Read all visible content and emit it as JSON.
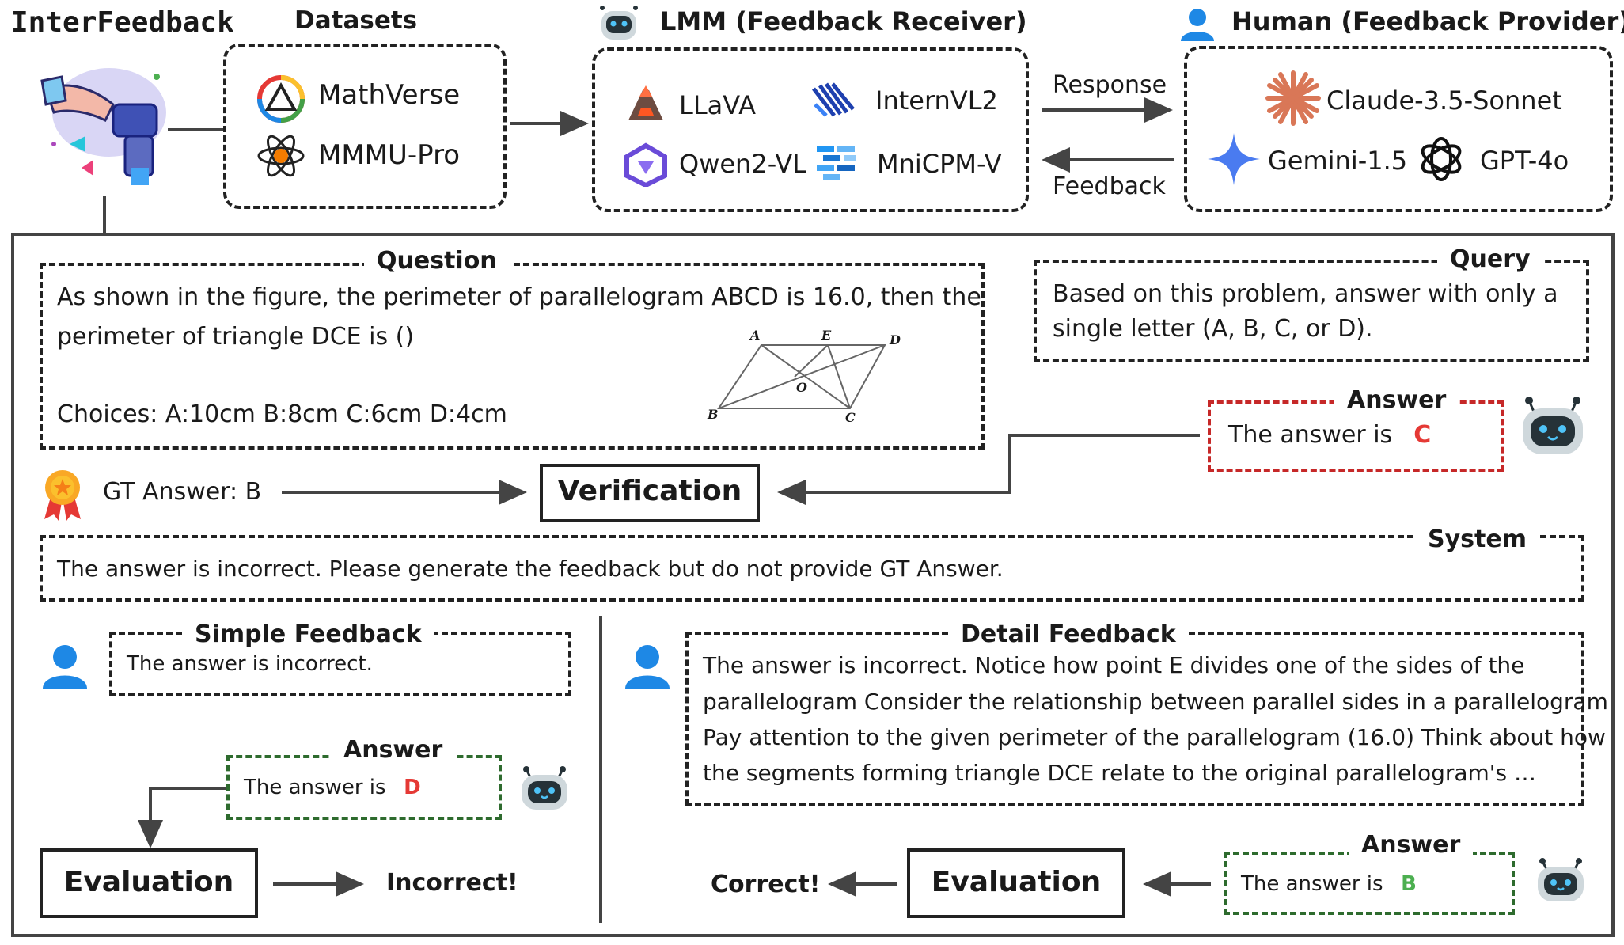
{
  "header": {
    "brand": "InterFeedback",
    "datasets_title": "Datasets",
    "lmm_title": "LMM (Feedback Receiver)",
    "human_title": "Human (Feedback Provider)"
  },
  "datasets": [
    "MathVerse",
    "MMMU-Pro"
  ],
  "lmm_models": [
    "LLaVA",
    "InternVL2",
    "Qwen2-VL",
    "MniCPM-V"
  ],
  "human_models": [
    "Claude-3.5-Sonnet",
    "Gemini-1.5",
    "GPT-4o"
  ],
  "arrows": {
    "response": "Response",
    "feedback": "Feedback"
  },
  "question": {
    "title": "Question",
    "line1": "As shown in the figure, the perimeter of parallelogram ABCD is 16.0, then the",
    "line2": "perimeter of triangle DCE is ()",
    "choices": "Choices: A:10cm B:8cm C:6cm   D:4cm",
    "figure_labels": [
      "A",
      "E",
      "D",
      "O",
      "B",
      "C"
    ]
  },
  "query": {
    "title": "Query",
    "line1": "Based on this problem, answer with only a",
    "line2": "single letter (A, B, C, or D)."
  },
  "first_answer": {
    "title": "Answer",
    "prefix": "The answer is",
    "letter": "C"
  },
  "gt": {
    "label": "GT Answer: B"
  },
  "verification": "Verification",
  "system": {
    "title": "System",
    "text": "The answer is incorrect. Please generate the feedback but do not provide GT Answer."
  },
  "simple_feedback": {
    "title": "Simple Feedback",
    "text": "The answer is incorrect.",
    "answer_title": "Answer",
    "answer_prefix": "The answer is",
    "answer_letter": "D",
    "evaluation": "Evaluation",
    "result": "Incorrect!"
  },
  "detail_feedback": {
    "title": "Detail Feedback",
    "line1": "The answer is incorrect. Notice how point E divides one of the sides of the",
    "line2": "parallelogram Consider the relationship between parallel sides in a parallelogram",
    "line3": "Pay attention to the given perimeter of the parallelogram (16.0) Think about how",
    "line4": "the segments forming triangle DCE relate to the original parallelogram's …",
    "answer_title": "Answer",
    "answer_prefix": "The answer is",
    "answer_letter": "B",
    "evaluation": "Evaluation",
    "result": "Correct!"
  },
  "colors": {
    "wrong": "#e53935",
    "right": "#4caf50",
    "red_box": "#c62828",
    "green_box": "#2e6b2e",
    "user_icon": "#1e88e5"
  },
  "icons": [
    "hands-logo-icon",
    "mathverse-icon",
    "mmmu-pro-icon",
    "robot-icon",
    "llava-icon",
    "internvl2-icon",
    "qwen2-vl-icon",
    "minicpm-v-icon",
    "user-icon",
    "claude-icon",
    "gemini-icon",
    "gpt-4o-icon",
    "medal-icon"
  ]
}
